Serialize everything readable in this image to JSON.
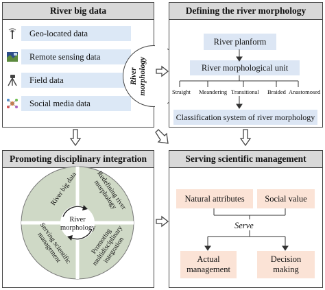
{
  "panels": {
    "big_data": {
      "title": "River big data",
      "items": [
        {
          "label": "Geo-located data",
          "icon": "antenna-icon"
        },
        {
          "label": "Remote sensing data",
          "icon": "satellite-image-icon"
        },
        {
          "label": "Field data",
          "icon": "surveying-tripod-icon"
        },
        {
          "label": "Social media data",
          "icon": "social-network-icon"
        }
      ],
      "half_circle_label_line1": "River",
      "half_circle_label_line2": "morphology"
    },
    "defining": {
      "title": "Defining the river morphology",
      "planform": "River planform",
      "unit": "River morphological unit",
      "types": [
        "Straight",
        "Meandering",
        "Transitional",
        "Braided",
        "Anastomosed"
      ],
      "classification": "Classification system of river morphology"
    },
    "promoting": {
      "title": "Promoting disciplinary integration",
      "quadrants": {
        "top_left": "River big data",
        "top_right_line1": "Redefining river",
        "top_right_line2": "morphology",
        "bottom_left_line1": "Serving scientific",
        "bottom_left_line2": "management",
        "bottom_right_line1": "Promoting",
        "bottom_right_line2": "multidisciplinary",
        "bottom_right_line3": "integration"
      },
      "center_line1": "River",
      "center_line2": "morphology"
    },
    "serving": {
      "title": "Serving scientific management",
      "natural": "Natural attributes",
      "social": "Social value",
      "serve": "Serve",
      "actual_line1": "Actual",
      "actual_line2": "management",
      "decision_line1": "Decision",
      "decision_line2": "making"
    }
  },
  "colors": {
    "header_gray": "#d9d9d9",
    "light_blue": "#dce8f6",
    "peach": "#fbe3d6",
    "circle_green": "#cfd9c6"
  }
}
